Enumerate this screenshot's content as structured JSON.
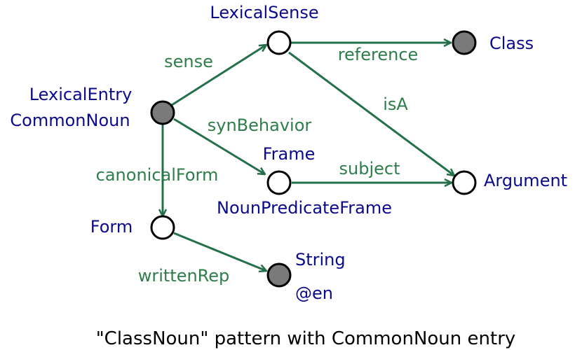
{
  "nodes": {
    "lexical_entry": {
      "label_line1": "LexicalEntry",
      "label_line2": "CommonNoun"
    },
    "lexical_sense": {
      "label": "LexicalSense"
    },
    "class": {
      "label": "Class"
    },
    "frame": {
      "label_top": "Frame",
      "label_bottom": "NounPredicateFrame"
    },
    "argument": {
      "label": "Argument"
    },
    "form": {
      "label": "Form"
    },
    "string": {
      "label_top": "String",
      "label_bottom": "@en"
    }
  },
  "edges": {
    "sense": "sense",
    "reference": "reference",
    "is_a": "isA",
    "syn_behavior": "synBehavior",
    "subject": "subject",
    "canonical_form": "canonicalForm",
    "written_rep": "writtenRep"
  },
  "caption": "\"ClassNoun\" pattern with CommonNoun entry",
  "colors": {
    "node_label": "#0a0a8c",
    "edge": "#23704a",
    "edge_label": "#2e7d4a",
    "filled_node": "#7a7a7a"
  }
}
